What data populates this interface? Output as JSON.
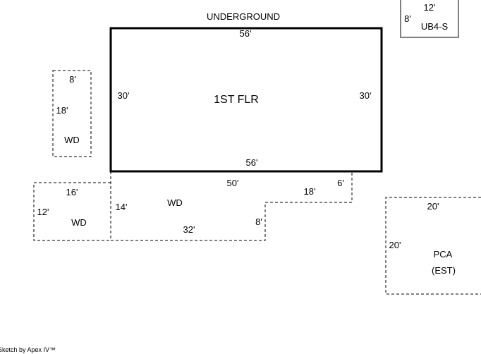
{
  "header": {
    "title": "UNDERGROUND"
  },
  "first_floor": {
    "name": "1ST FLR",
    "top": "56'",
    "bottom": "56'",
    "left": "30'",
    "right": "30'"
  },
  "ub4s": {
    "name": "UB4-S",
    "top": "12'",
    "left": "8'"
  },
  "wd_left": {
    "name": "WD",
    "top": "8'",
    "left": "18'"
  },
  "wd_bottom_left": {
    "name": "WD",
    "top": "16'",
    "left": "12'"
  },
  "wd_main": {
    "name": "WD",
    "top": "50'",
    "left": "14'",
    "bottom": "32'",
    "step_vertical": "8'",
    "step_horizontal": "18'",
    "right": "6'"
  },
  "pca": {
    "name": "PCA",
    "note": "(EST)",
    "top": "20'",
    "left": "20'"
  },
  "footer": {
    "credit": "Sketch by Apex IV™"
  },
  "colors": {
    "line": "#000000",
    "background": "#ffffff"
  }
}
